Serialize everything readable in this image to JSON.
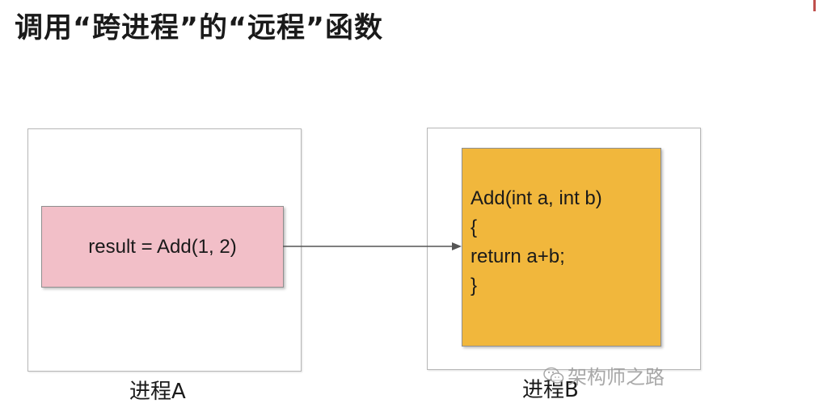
{
  "title": "调用“跨进程”的“远程”函数",
  "process_a": {
    "label": "进程A",
    "call_code": "result = Add(1, 2)"
  },
  "process_b": {
    "label": "进程B",
    "function_lines": [
      "Add(int a, int b)",
      "{",
      "return a+b;",
      "}"
    ]
  },
  "watermark": {
    "text": "架构师之路",
    "icon": "wechat-icon"
  },
  "colors": {
    "call_box": "#f2bfc8",
    "function_box": "#f1b73c",
    "arrow": "#555555",
    "border": "#b7b7b7"
  }
}
